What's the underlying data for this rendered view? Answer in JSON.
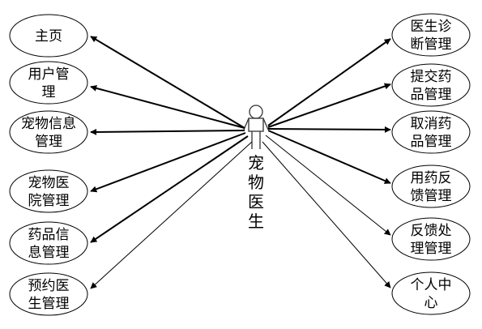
{
  "actor": {
    "label_lines": [
      "宠",
      "物",
      "医",
      "生"
    ]
  },
  "use_cases_left": [
    {
      "id": "home",
      "lines": [
        "主页"
      ]
    },
    {
      "id": "user-mgmt",
      "lines": [
        "用户管",
        "理"
      ]
    },
    {
      "id": "pet-info-mgmt",
      "lines": [
        "宠物信息",
        "管理"
      ]
    },
    {
      "id": "pet-hospital-mgmt",
      "lines": [
        "宠物医",
        "院管理"
      ]
    },
    {
      "id": "drug-info-mgmt",
      "lines": [
        "药品信",
        "息管理"
      ]
    },
    {
      "id": "appointment-mgmt",
      "lines": [
        "预约医",
        "生管理"
      ]
    }
  ],
  "use_cases_right": [
    {
      "id": "diagnosis-mgmt",
      "lines": [
        "医生诊",
        "断管理"
      ]
    },
    {
      "id": "submit-drug-mgmt",
      "lines": [
        "提交药",
        "品管理"
      ]
    },
    {
      "id": "cancel-drug-mgmt",
      "lines": [
        "取消药",
        "品管理"
      ]
    },
    {
      "id": "drug-feedback-mgmt",
      "lines": [
        "用药反",
        "馈管理"
      ]
    },
    {
      "id": "feedback-handle-mgmt",
      "lines": [
        "反馈处",
        "理管理"
      ]
    },
    {
      "id": "personal-center",
      "lines": [
        "个人中",
        "心"
      ]
    }
  ]
}
